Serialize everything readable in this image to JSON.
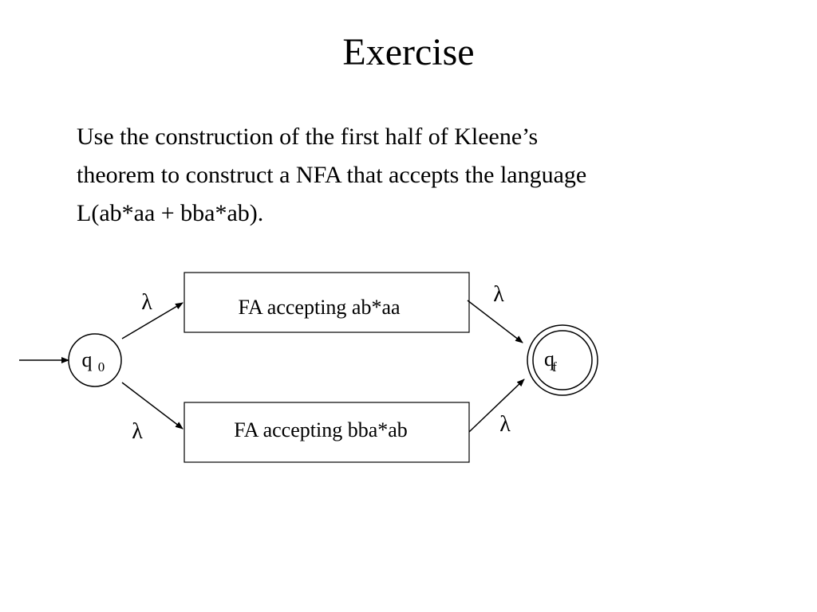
{
  "slide": {
    "title": "Exercise",
    "body_lines": [
      "Use the construction of the first half of Kleene’s",
      "theorem to construct a NFA that accepts the language",
      "L(ab*aa + bba*ab)."
    ]
  },
  "diagram": {
    "start_state": {
      "label": "q",
      "subscript": "0"
    },
    "final_state": {
      "label": "q",
      "subscript": "f"
    },
    "boxes": {
      "top": "FA accepting ab*aa",
      "bottom": "FA accepting bba*ab"
    },
    "edges": {
      "start_to_top": "λ",
      "start_to_bottom": "λ",
      "top_to_final": "λ",
      "bottom_to_final": "λ"
    }
  }
}
